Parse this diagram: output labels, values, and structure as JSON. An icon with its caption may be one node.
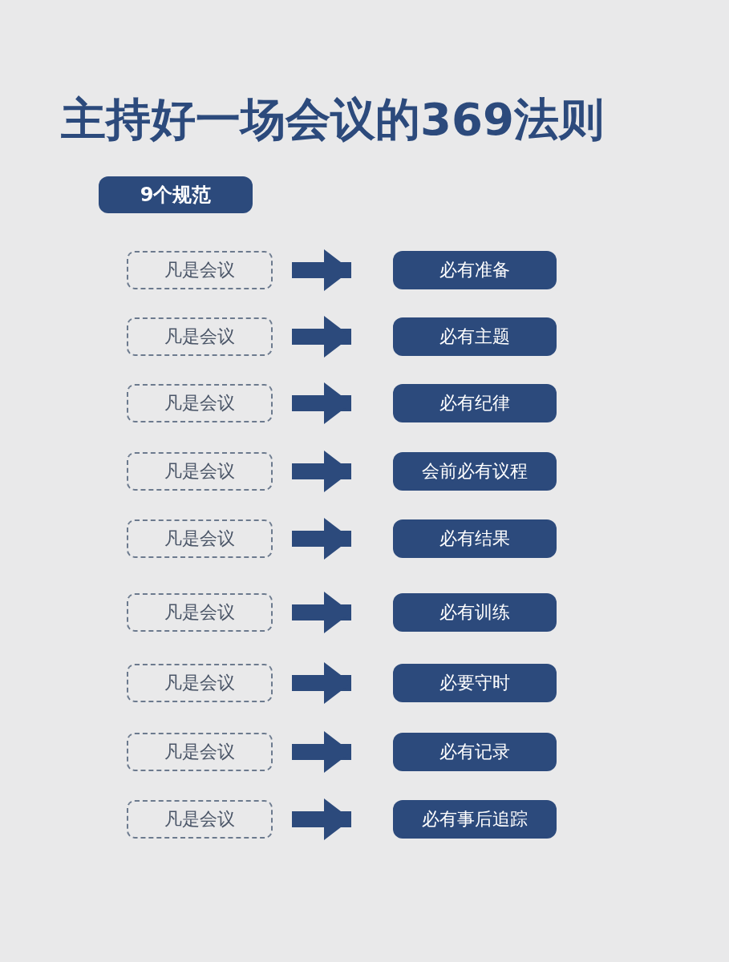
{
  "diagram": {
    "title": "主持好一场会议的369法则",
    "nodes": [
      {
        "text": [
          "9个规范"
        ]
      },
      {
        "text": [
          "凡是会议"
        ]
      },
      {
        "text": [
          "必有准备"
        ]
      },
      {
        "text": [
          "凡是会议"
        ]
      },
      {
        "text": [
          "必有主题"
        ]
      },
      {
        "text": [
          "凡是会议"
        ]
      },
      {
        "text": [
          "必有纪律"
        ]
      },
      {
        "text": [
          "凡是会议"
        ]
      },
      {
        "text": [
          "会前必有议程"
        ]
      },
      {
        "text": [
          "凡是会议"
        ]
      },
      {
        "text": [
          "必有结果"
        ]
      },
      {
        "text": [
          "凡是会议"
        ]
      },
      {
        "text": [
          "必有训练"
        ]
      },
      {
        "text": [
          "凡是会议"
        ]
      },
      {
        "text": [
          "必要守时"
        ]
      },
      {
        "text": [
          "凡是会议"
        ]
      },
      {
        "text": [
          "必有记录"
        ]
      },
      {
        "text": [
          "凡是会议"
        ]
      },
      {
        "text": [
          "必有事后追踪"
        ]
      }
    ],
    "edges": [
      {
        "from": 1,
        "to": 2,
        "arrow": "to"
      },
      {
        "from": 3,
        "to": 4,
        "arrow": "to"
      },
      {
        "from": 5,
        "to": 6,
        "arrow": "to"
      },
      {
        "from": 7,
        "to": 8,
        "arrow": "to"
      },
      {
        "from": 9,
        "to": 10,
        "arrow": "to"
      },
      {
        "from": 11,
        "to": 12,
        "arrow": "to"
      },
      {
        "from": 13,
        "to": 14,
        "arrow": "to"
      },
      {
        "from": 15,
        "to": 16,
        "arrow": "to"
      },
      {
        "from": 17,
        "to": 18,
        "arrow": "to"
      }
    ]
  }
}
